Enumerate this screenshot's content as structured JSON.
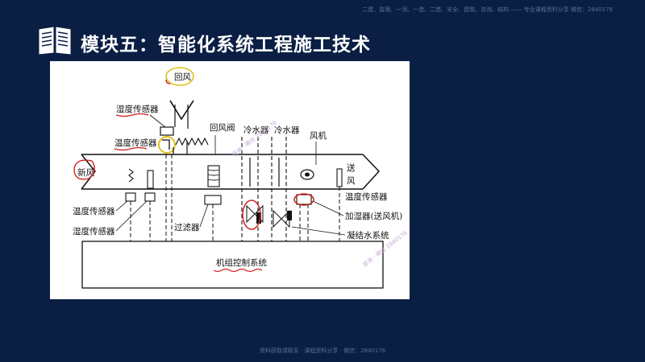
{
  "slide": {
    "title": "模块五：智能化系统工程施工技术",
    "top_note": "二建、监理、一消、一造、二造、安全、建筑、咨询、结构 —— 专业课程资料分享 微信：2840176",
    "bottom_note": "资料获取请联系 · 课程资料分享 · 微信：2840176"
  },
  "diagram": {
    "labels": {
      "return_air": "回风",
      "humidity_sensor_top": "湿度传感器",
      "temperature_sensor_top": "温度传感器",
      "return_air_valve": "回风阀",
      "cold_water_1": "冷水器",
      "cold_water_2": "冷水器",
      "fan": "风机",
      "fresh_air": "新风",
      "supply_air_1": "送",
      "supply_air_2": "风",
      "temperature_sensor_right": "温度传感器",
      "humidifier": "加湿器(送风机)",
      "condensate": "凝结水系统",
      "temperature_sensor_left": "温度传感器",
      "humidity_sensor_left": "湿度传感器",
      "filter": "过滤器",
      "control_system": "机组控制系统",
      "watermark": "咨询 · 微信 2840176"
    }
  }
}
